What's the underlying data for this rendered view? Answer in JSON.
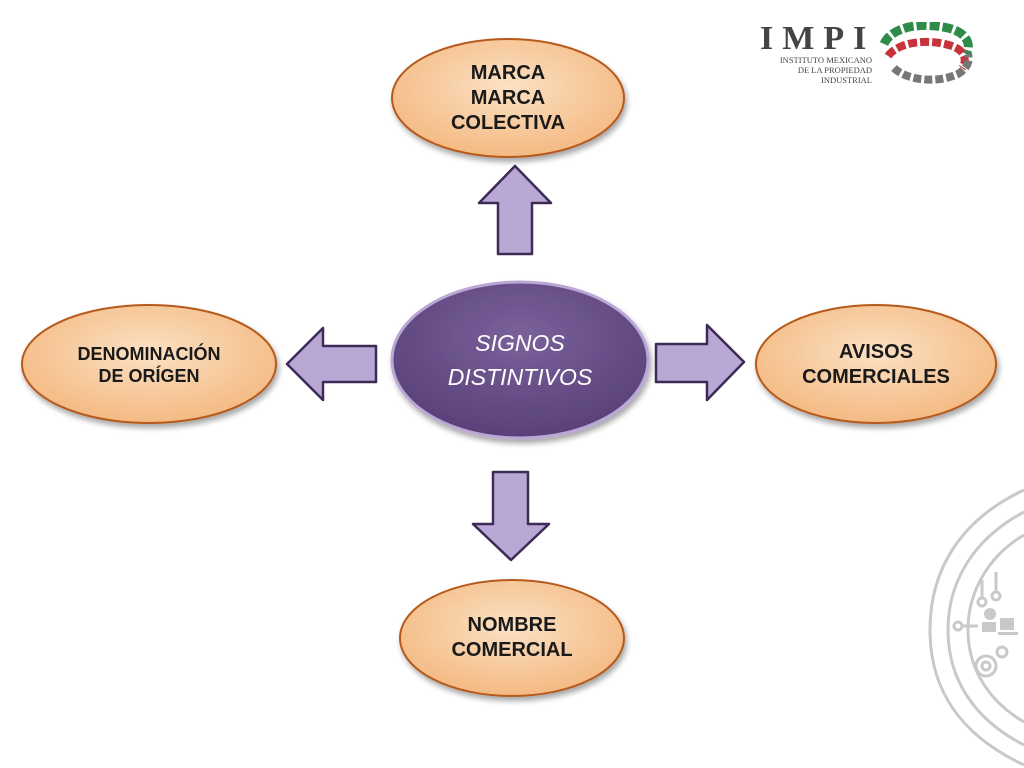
{
  "diagram": {
    "center": {
      "lines": [
        "SIGNOS",
        "DISTINTIVOS"
      ],
      "fill": "#6a4f8c"
    },
    "nodes": {
      "top": {
        "lines": [
          "MARCA",
          "MARCA",
          "COLECTIVA"
        ]
      },
      "left": {
        "lines": [
          "DENOMINACIÓN",
          "DE ORÍGEN"
        ]
      },
      "right": {
        "lines": [
          "AVISOS",
          "COMERCIALES"
        ]
      },
      "bottom": {
        "lines": [
          "NOMBRE",
          "COMERCIAL"
        ]
      }
    },
    "node_fill": "#f7c595",
    "node_stroke": "#b65a1e",
    "arrow_fill": "#b9a7d6",
    "arrow_stroke": "#3c2c55"
  },
  "logo": {
    "wordmark": "IMPI",
    "subtitle_lines": [
      "INSTITUTO MEXICANO",
      "DE LA PROPIEDAD",
      "INDUSTRIAL"
    ],
    "colors": {
      "green": "#2e8b4a",
      "red": "#c8323c",
      "gray": "#777777"
    }
  },
  "decoration": {
    "icon": "circuit-gear-decoration-icon",
    "color": "#c9c9c9"
  }
}
